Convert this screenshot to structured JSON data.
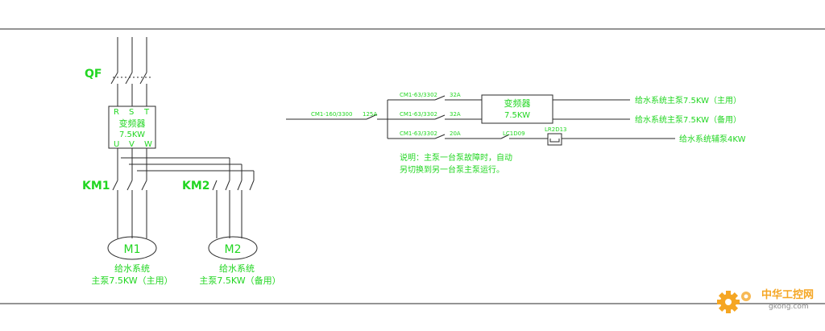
{
  "left": {
    "qf": "QF",
    "vfd_phases_in": [
      "R",
      "S",
      "T"
    ],
    "vfd_name": "变频器",
    "vfd_power": "7.5KW",
    "vfd_phases_out": [
      "U",
      "V",
      "W"
    ],
    "km1": "KM1",
    "km2": "KM2",
    "m1": "M1",
    "m2": "M2",
    "m1_caption_1": "给水系统",
    "m1_caption_2": "主泵7.5KW（主用）",
    "m2_caption_1": "给水系统",
    "m2_caption_2": "主泵7.5KW（备用）"
  },
  "right": {
    "main_breaker": "CM1-160/3300",
    "main_rating": "125A",
    "branch_1_breaker": "CM1-63/3302",
    "branch_1_rating": "32A",
    "branch_2_breaker": "CM1-63/3302",
    "branch_2_rating": "32A",
    "branch_3_breaker": "CM1-63/3302",
    "branch_3_rating": "20A",
    "vfd_name": "变频器",
    "vfd_power": "7.5KW",
    "contactor": "LC1D09",
    "relay": "LR2D13",
    "out_1": "给水系统主泵7.5KW（主用）",
    "out_2": "给水系统主泵7.5KW（备用）",
    "out_3": "给水系统辅泵4KW",
    "note_1": "说明：主泵一台泵故障时，自动",
    "note_2": "另切换到另一台泵主泵运行。"
  },
  "watermark": {
    "cn": "中华工控网",
    "url": "gkong.com"
  },
  "colors": {
    "label": "#22d622",
    "wire": "#2a2a2a",
    "logo_orange": "#f5a623"
  }
}
